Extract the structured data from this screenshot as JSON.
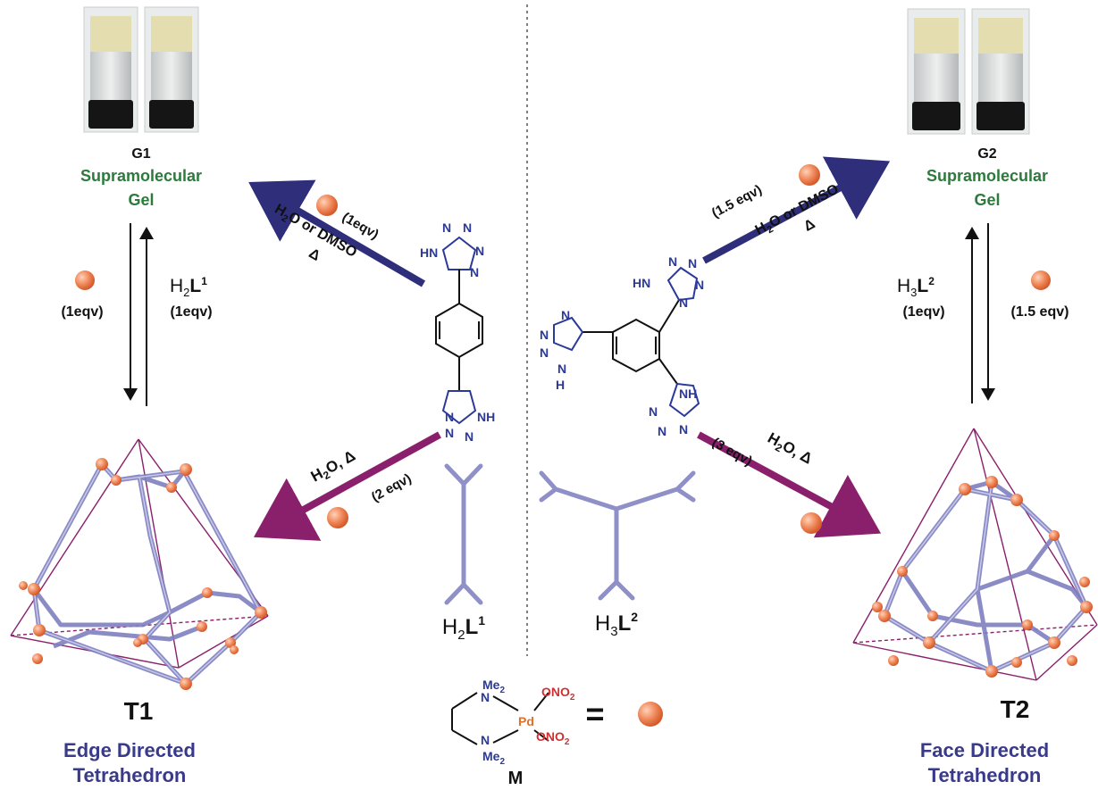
{
  "colors": {
    "navy": "#2e2e7a",
    "magenta": "#8a1f6b",
    "green": "#2c7a3c",
    "ligand_blue": "#2b3a9a",
    "frame_lilac": "#8f90c8",
    "ball_orange": "#f08a5d",
    "nitro_red": "#d23030"
  },
  "gels": {
    "g1": {
      "label": "G1",
      "name_line1": "Supramolecular",
      "name_line2": "Gel"
    },
    "g2": {
      "label": "G2",
      "name_line1": "Supramolecular",
      "name_line2": "Gel"
    }
  },
  "left_equilibrium": {
    "left_text": "(1eqv)",
    "right_prefix": "H",
    "right_sub": "2",
    "right_main": "L",
    "right_sup": "1",
    "right_eq": "(1eqv)"
  },
  "right_equilibrium": {
    "left_prefix": "H",
    "left_sub": "3",
    "left_main": "L",
    "left_sup": "2",
    "left_eq": "(1eqv)",
    "right_text": "(1.5 eqv)"
  },
  "arrows": {
    "to_g1": {
      "eq": "(1eqv)",
      "cond_a": "H",
      "cond_sub": "2",
      "cond_b": "O or DMSO",
      "heat": "Δ"
    },
    "to_g2": {
      "eq": "(1.5 eqv)",
      "cond_a": "H",
      "cond_sub": "2",
      "cond_b": "O or DMSO",
      "heat": "Δ"
    },
    "to_t1": {
      "cond_a": "H",
      "cond_sub": "2",
      "cond_b": "O, Δ",
      "eq": "(2 eqv)"
    },
    "to_t2": {
      "cond_a": "H",
      "cond_sub": "2",
      "cond_b": "O, Δ",
      "eq": "(3 eqv)"
    }
  },
  "ligands": {
    "l1": {
      "prefix": "H",
      "sub": "2",
      "main": "L",
      "sup": "1"
    },
    "l2": {
      "prefix": "H",
      "sub": "3",
      "main": "L",
      "sup": "2"
    }
  },
  "atoms": {
    "n": "N",
    "hn": "HN",
    "nh": "NH",
    "h": "H",
    "me2": "Me",
    "me_sub": "2",
    "pd": "Pd",
    "ono2": "ONO",
    "ono2_sub": "2"
  },
  "complex": {
    "equals": "=",
    "label": "M"
  },
  "products": {
    "t1": {
      "label": "T1",
      "line1": "Edge Directed",
      "line2": "Tetrahedron"
    },
    "t2": {
      "label": "T2",
      "line1": "Face Directed",
      "line2": "Tetrahedron"
    }
  }
}
